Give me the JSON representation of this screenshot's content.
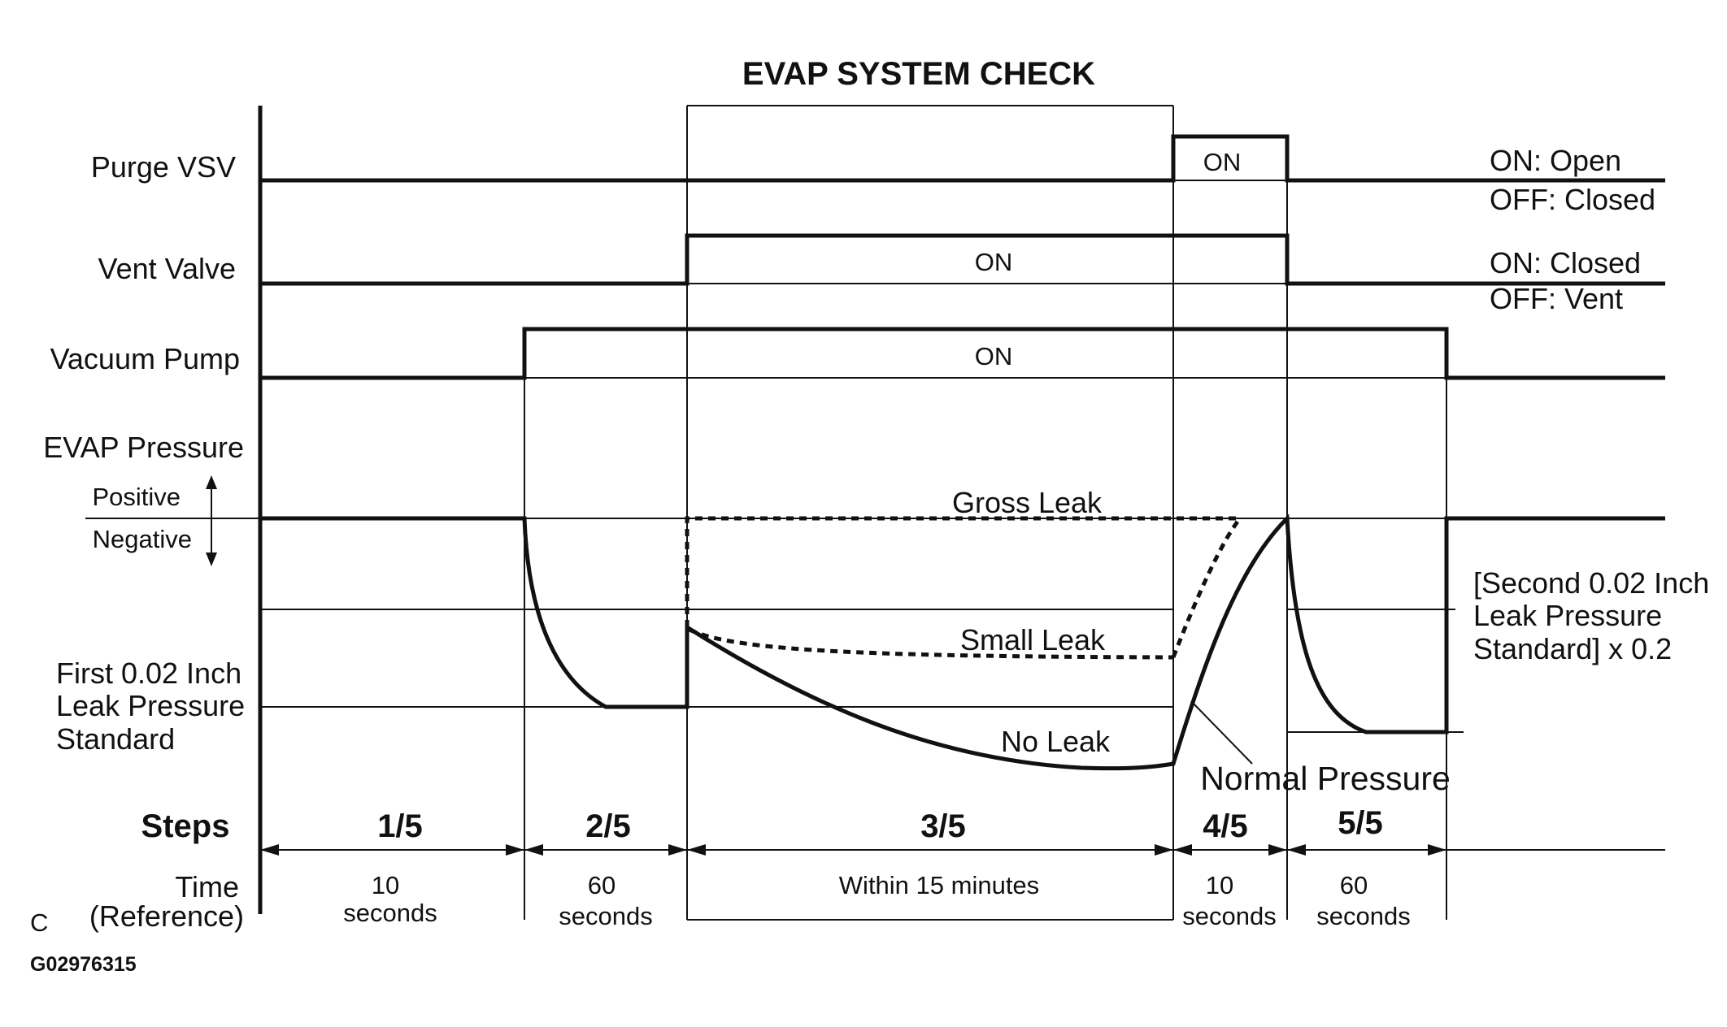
{
  "title": "EVAP SYSTEM CHECK",
  "signals": {
    "purge_vsv": {
      "label": "Purge VSV",
      "on_label": "ON",
      "legend_on": "ON: Open",
      "legend_off": "OFF: Closed"
    },
    "vent_valve": {
      "label": "Vent Valve",
      "on_label": "ON",
      "legend_on": "ON: Closed",
      "legend_off": "OFF: Vent"
    },
    "vacuum_pump": {
      "label": "Vacuum Pump",
      "on_label": "ON"
    }
  },
  "pressure": {
    "label": "EVAP Pressure",
    "positive": "Positive",
    "negative": "Negative",
    "curves": {
      "gross_leak": "Gross Leak",
      "small_leak": "Small Leak",
      "no_leak": "No Leak",
      "normal_pressure": "Normal Pressure"
    },
    "first_standard": [
      "First 0.02 Inch",
      "Leak Pressure",
      "Standard"
    ],
    "second_standard": [
      "[Second 0.02 Inch",
      "Leak Pressure",
      "Standard] x 0.2"
    ]
  },
  "steps": {
    "label": "Steps",
    "items": [
      "1/5",
      "2/5",
      "3/5",
      "4/5",
      "5/5"
    ]
  },
  "time": {
    "label": [
      "Time",
      "(Reference)"
    ],
    "items": [
      [
        "10",
        "seconds"
      ],
      [
        "60",
        "seconds"
      ],
      [
        "Within 15 minutes"
      ],
      [
        "10",
        "seconds"
      ],
      [
        "60",
        "seconds"
      ]
    ]
  },
  "corner_mark": "C",
  "figure_code": "G02976315"
}
